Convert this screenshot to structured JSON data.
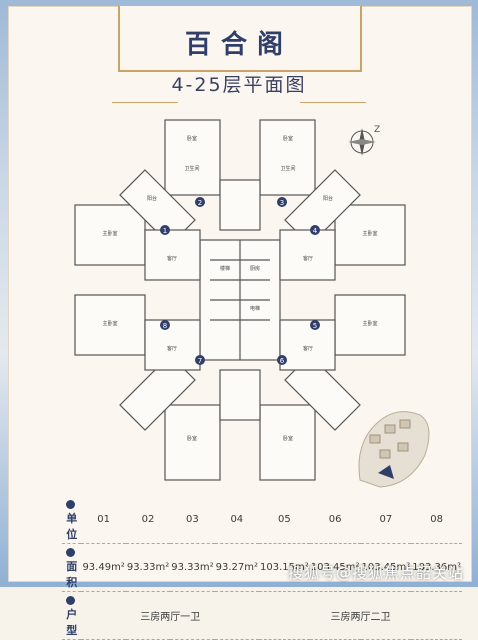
{
  "title": "百合阁",
  "subtitle": "4-25层平面图",
  "plan": {
    "unit_numbers": [
      "1",
      "2",
      "3",
      "4",
      "5",
      "6",
      "7",
      "8"
    ],
    "room_labels": {
      "bedroom": "卧室",
      "master_bedroom": "主卧室",
      "bathroom": "卫生间",
      "living": "客厅",
      "kitchen": "厨房",
      "balcony": "阳台",
      "stair": "楼梯",
      "elevator": "电梯"
    }
  },
  "table": {
    "labels": {
      "unit": "单位",
      "area": "面积",
      "type": "户型"
    },
    "units": [
      "01",
      "02",
      "03",
      "04",
      "05",
      "06",
      "07",
      "08"
    ],
    "areas": [
      "93.49m²",
      "93.33m²",
      "93.33m²",
      "93.27m²",
      "103.15m²",
      "103.45m²",
      "103.45m²",
      "103.36m²"
    ],
    "types": [
      "三房两厅一卫",
      "三房两厅二卫"
    ]
  },
  "watermark": "搜狐号@搜狐焦点韶关站"
}
